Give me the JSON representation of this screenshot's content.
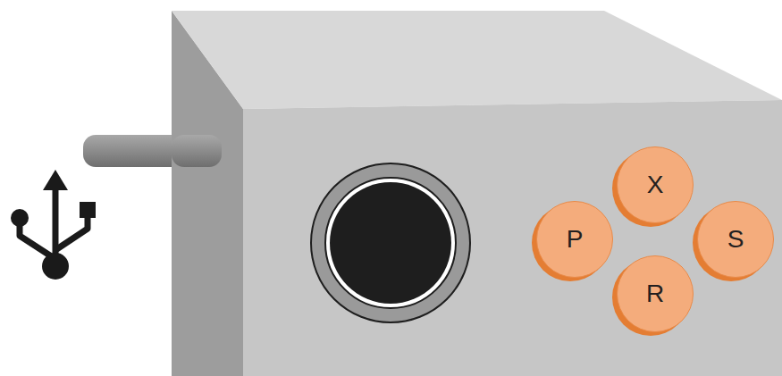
{
  "diagram": {
    "nodes": [
      {
        "text": [
          "X"
        ]
      },
      {
        "text": [
          "P"
        ]
      },
      {
        "text": [
          "S"
        ]
      },
      {
        "text": [
          "R"
        ]
      }
    ]
  }
}
